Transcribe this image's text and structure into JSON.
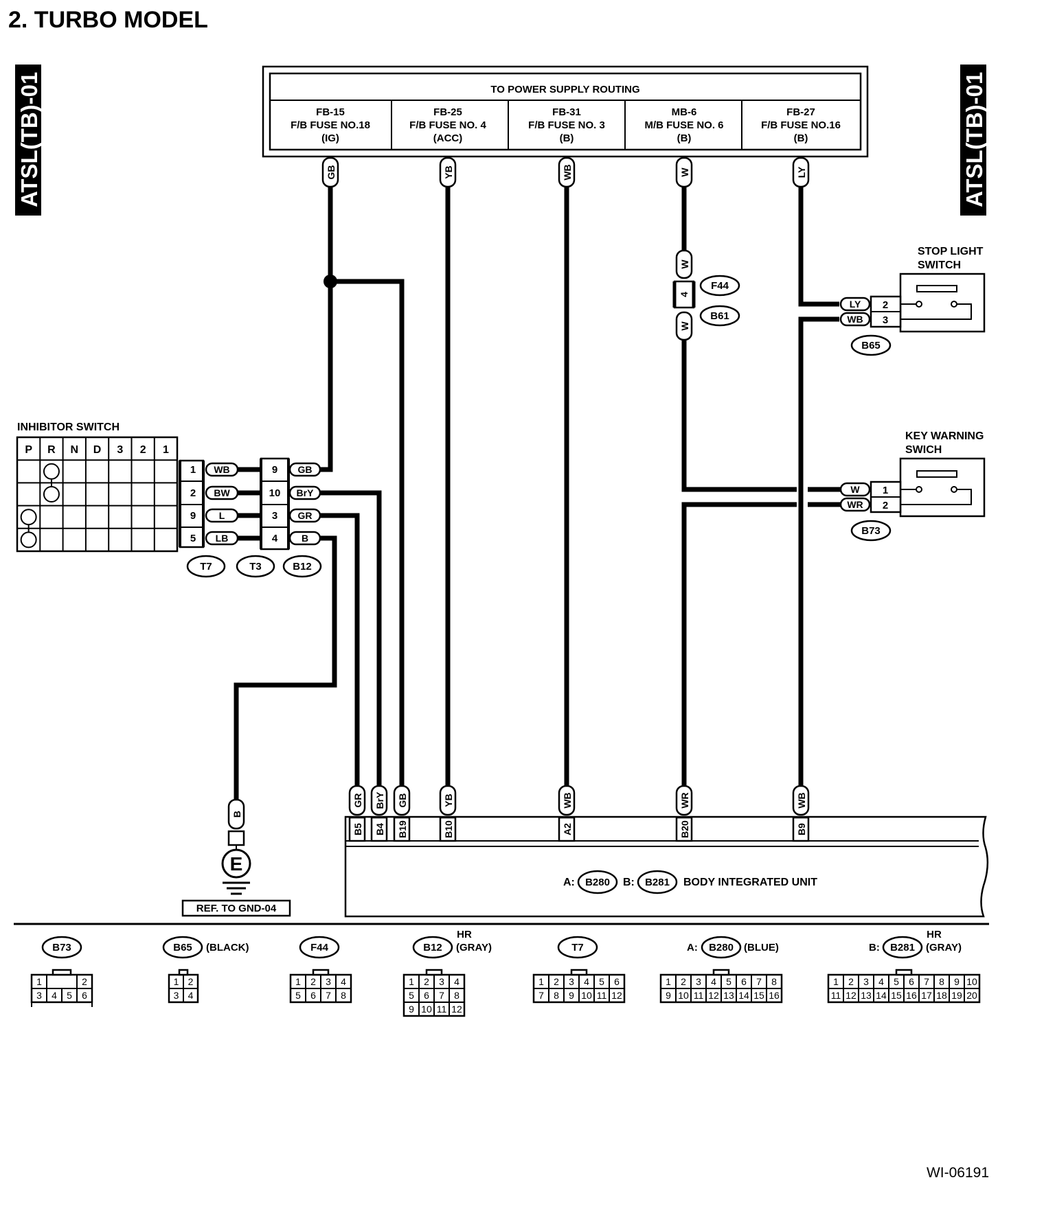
{
  "title": "2.  TURBO MODEL",
  "side_tab": "ATSL(TB)-01",
  "power_supply": {
    "header": "TO POWER SUPPLY ROUTING",
    "fuses": [
      {
        "line1": "FB-15",
        "line2": "F/B FUSE NO.18",
        "line3": "(IG)"
      },
      {
        "line1": "FB-25",
        "line2": "F/B FUSE NO. 4",
        "line3": "(ACC)"
      },
      {
        "line1": "FB-31",
        "line2": "F/B FUSE NO. 3",
        "line3": "(B)"
      },
      {
        "line1": "MB-6",
        "line2": "M/B FUSE NO. 6",
        "line3": "(B)"
      },
      {
        "line1": "FB-27",
        "line2": "F/B FUSE NO.16",
        "line3": "(B)"
      }
    ]
  },
  "fuse_wires": [
    "GB",
    "YB",
    "WB",
    "W",
    "LY"
  ],
  "f44_b61": {
    "wire_top": "W",
    "pin": "4",
    "wire_bottom": "W",
    "connectors": [
      "F44",
      "B61"
    ]
  },
  "stop_light": {
    "label_line1": "STOP LIGHT",
    "label_line2": "SWITCH",
    "pins": [
      {
        "wire": "LY",
        "pin": "2"
      },
      {
        "wire": "WB",
        "pin": "3"
      }
    ],
    "connector": "B65"
  },
  "key_warning": {
    "label_line1": "KEY WARNING",
    "label_line2": "SWICH",
    "pins": [
      {
        "wire": "W",
        "pin": "1"
      },
      {
        "wire": "WR",
        "pin": "2"
      }
    ],
    "connector": "B73"
  },
  "inhibitor": {
    "label": "INHIBITOR SWITCH",
    "positions": [
      "P",
      "R",
      "N",
      "D",
      "3",
      "2",
      "1"
    ],
    "t7": [
      {
        "pin": "1",
        "wire": "WB"
      },
      {
        "pin": "2",
        "wire": "BW"
      },
      {
        "pin": "9",
        "wire": "L"
      },
      {
        "pin": "5",
        "wire": "LB"
      }
    ],
    "b12": [
      {
        "pin": "9",
        "wire": "GB"
      },
      {
        "pin": "10",
        "wire": "BrY"
      },
      {
        "pin": "3",
        "wire": "GR"
      },
      {
        "pin": "4",
        "wire": "B"
      }
    ],
    "connectors": [
      "T7",
      "T3",
      "B12"
    ]
  },
  "ground": {
    "wire": "B",
    "symbol": "E",
    "ref": "REF. TO GND-04"
  },
  "biu": {
    "terminals": [
      {
        "wire": "GR",
        "pin": "B5"
      },
      {
        "wire": "BrY",
        "pin": "B4"
      },
      {
        "wire": "GB",
        "pin": "B19"
      },
      {
        "wire": "YB",
        "pin": "B10"
      },
      {
        "wire": "WB",
        "pin": "A2"
      },
      {
        "wire": "WR",
        "pin": "B20"
      },
      {
        "wire": "WB",
        "pin": "B9"
      }
    ],
    "prefix_a": "A:",
    "conn_a": "B280",
    "prefix_b": "B:",
    "conn_b": "B281",
    "name": "BODY INTEGRATED UNIT"
  },
  "legend": {
    "b73": {
      "name": "B73",
      "row1": [
        "1",
        "2"
      ],
      "row2": [
        "3",
        "4",
        "5",
        "6"
      ]
    },
    "b65": {
      "name": "B65",
      "note": "(BLACK)",
      "row1": [
        "1",
        "2"
      ],
      "row2": [
        "3",
        "4"
      ]
    },
    "f44": {
      "name": "F44",
      "row1": [
        "1",
        "2",
        "3",
        "4"
      ],
      "row2": [
        "5",
        "6",
        "7",
        "8"
      ]
    },
    "b12": {
      "name": "B12",
      "hr": "HR",
      "note": "(GRAY)",
      "row1": [
        "1",
        "2",
        "3",
        "4"
      ],
      "row2": [
        "5",
        "6",
        "7",
        "8"
      ],
      "row3": [
        "9",
        "10",
        "11",
        "12"
      ]
    },
    "t7": {
      "name": "T7",
      "row1": [
        "1",
        "2",
        "3",
        "4",
        "5",
        "6"
      ],
      "row2": [
        "7",
        "8",
        "9",
        "10",
        "11",
        "12"
      ]
    },
    "b280": {
      "prefix": "A:",
      "name": "B280",
      "note": "(BLUE)",
      "row1": [
        "1",
        "2",
        "3",
        "4",
        "5",
        "6",
        "7",
        "8"
      ],
      "row2": [
        "9",
        "10",
        "11",
        "12",
        "13",
        "14",
        "15",
        "16"
      ]
    },
    "b281": {
      "prefix": "B:",
      "name": "B281",
      "hr": "HR",
      "note": "(GRAY)",
      "row1": [
        "1",
        "2",
        "3",
        "4",
        "5",
        "6",
        "7",
        "8",
        "9",
        "10"
      ],
      "row2": [
        "11",
        "12",
        "13",
        "14",
        "15",
        "16",
        "17",
        "18",
        "19",
        "20"
      ]
    }
  },
  "code": "WI-06191"
}
